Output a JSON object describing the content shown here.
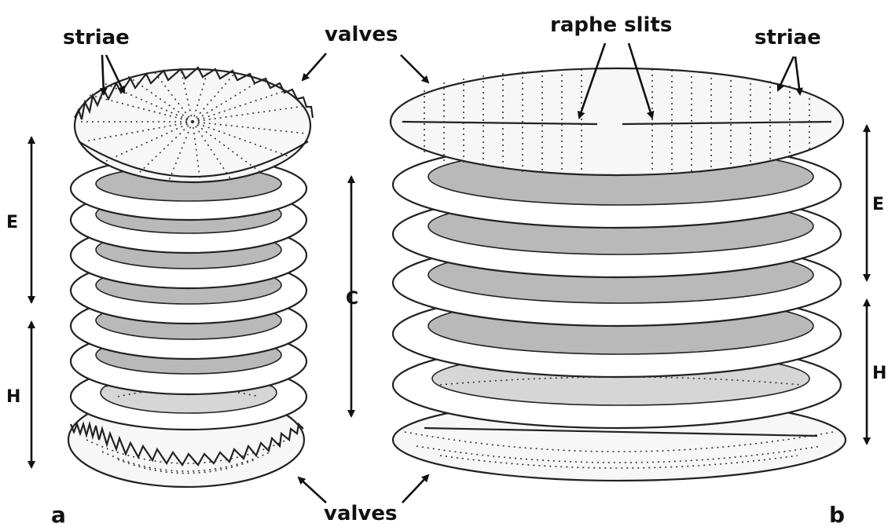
{
  "labels": {
    "striae_left": "striae",
    "valves_top": "valves",
    "raphe_slits": "raphe slits",
    "striae_right": "striae",
    "valves_bottom": "valves",
    "E_left": "E",
    "H_left": "H",
    "C_center": "C",
    "E_right": "E",
    "H_right": "H",
    "panel_a": "a",
    "panel_b": "b"
  }
}
